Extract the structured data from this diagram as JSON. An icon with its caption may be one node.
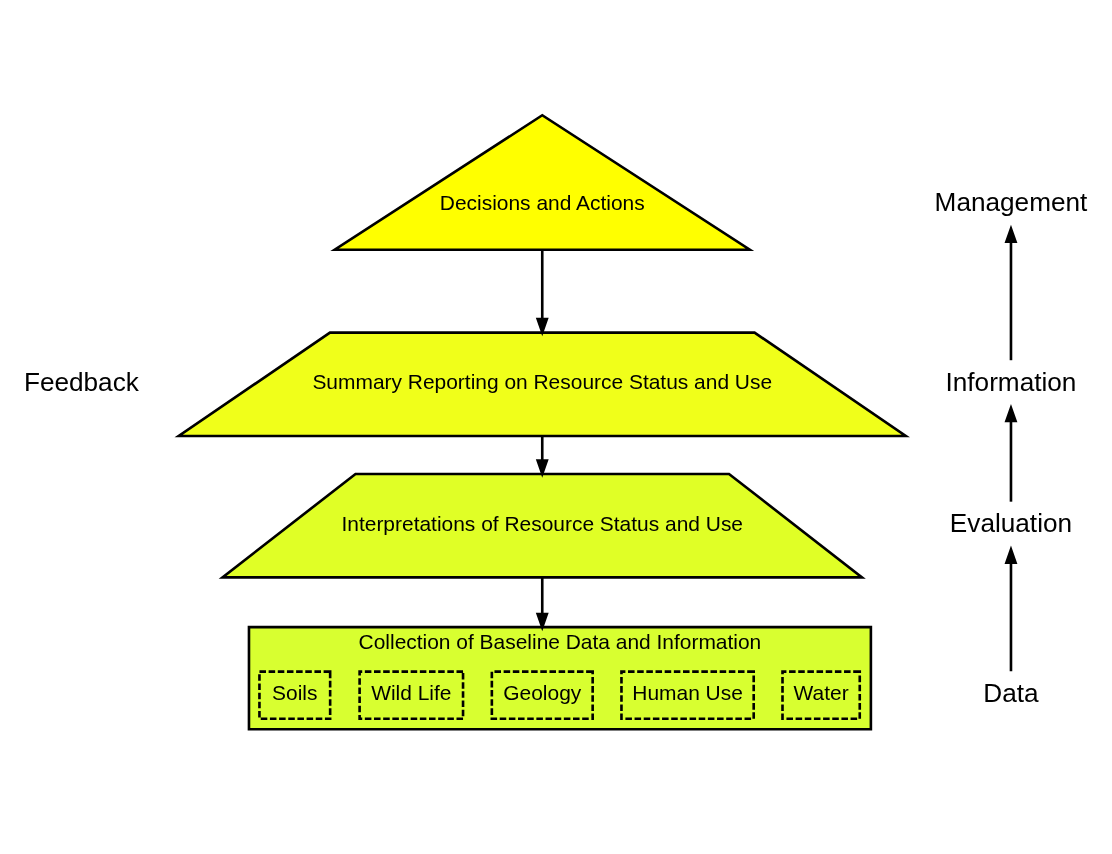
{
  "diagram": {
    "nodes": [
      {
        "text": [
          "Decisions and Actions"
        ]
      },
      {
        "text": [
          "Summary Reporting on Resource Status and Use"
        ]
      },
      {
        "text": [
          "Interpretations of Resource Status and Use"
        ]
      },
      {
        "text": [
          "Collection of Baseline Data and Information"
        ]
      },
      {
        "text": [
          "Soils"
        ],
        "in": 3
      },
      {
        "text": [
          "Wild Life"
        ],
        "in": 3
      },
      {
        "text": [
          "Geology"
        ],
        "in": 3
      },
      {
        "text": [
          "Human Use"
        ],
        "in": 3
      },
      {
        "text": [
          "Water"
        ],
        "in": 3
      },
      {
        "text": [
          "Management"
        ]
      },
      {
        "text": [
          "Information"
        ]
      },
      {
        "text": [
          "Evaluation"
        ]
      },
      {
        "text": [
          "Data"
        ]
      }
    ],
    "edges": [
      {
        "from": 0,
        "to": 1,
        "arrow": "to"
      },
      {
        "from": 1,
        "to": 2,
        "arrow": "to"
      },
      {
        "from": 2,
        "to": 3,
        "arrow": "to"
      },
      {
        "from": 12,
        "to": 11,
        "arrow": "to"
      },
      {
        "from": 11,
        "to": 10,
        "arrow": "to"
      },
      {
        "from": 10,
        "to": 9,
        "arrow": "to"
      }
    ],
    "labels": [
      "Feedback"
    ]
  }
}
